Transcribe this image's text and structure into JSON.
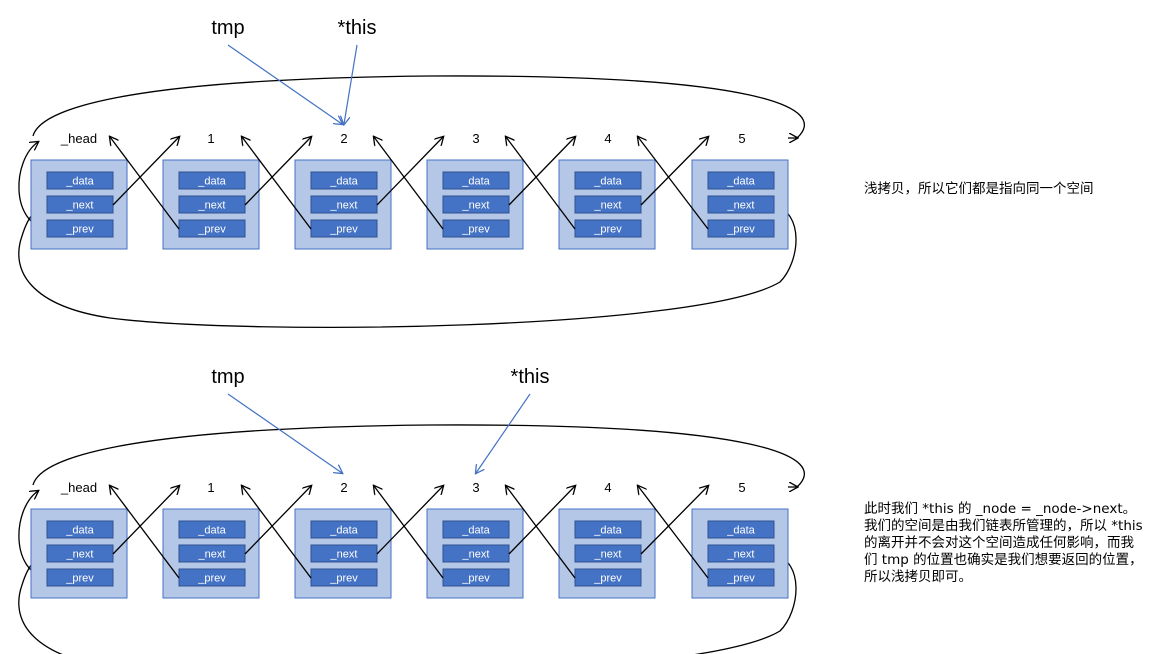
{
  "colors": {
    "node_fill": "#b4c7e7",
    "node_border": "#4472c4",
    "field_fill": "#4472c4",
    "field_border": "#2f528f",
    "pointer_arrow": "#4472c4",
    "link_line": "#000000"
  },
  "fields": [
    "_data",
    "_next",
    "_prev"
  ],
  "node_labels": [
    "_head",
    "1",
    "2",
    "3",
    "4",
    "5"
  ],
  "panels": [
    {
      "pointers": [
        {
          "label": "tmp",
          "target_node": 2
        },
        {
          "label": "*this",
          "target_node": 2
        }
      ]
    },
    {
      "pointers": [
        {
          "label": "tmp",
          "target_node": 2
        },
        {
          "label": "*this",
          "target_node": 3
        }
      ]
    }
  ],
  "notes": {
    "panel1": "浅拷贝，所以它们都是指向同一个空间",
    "panel2": "此时我们 *this 的 _node = _node->next。我们的空间是由我们链表所管理的，所以 *this 的离开并不会对这个空间造成任何影响，而我们 tmp 的位置也确实是我们想要返回的位置，所以浅拷贝即可。"
  }
}
